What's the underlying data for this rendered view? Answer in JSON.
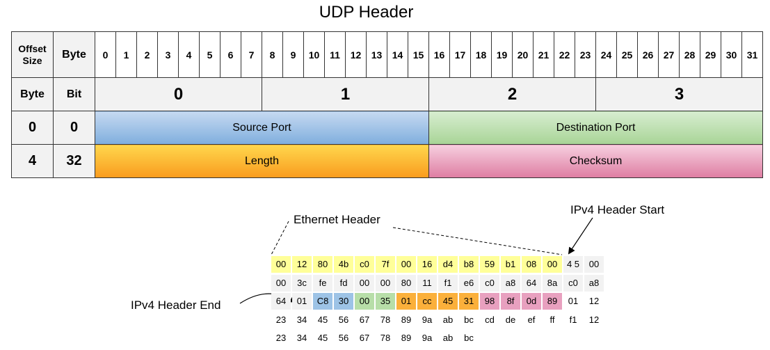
{
  "title": "UDP Header",
  "table": {
    "corner_offset": "Offset",
    "corner_size": "Size",
    "byte_label": "Byte",
    "byte_row_label": "Byte",
    "bit_row_label": "Bit",
    "bit_numbers": [
      "0",
      "1",
      "2",
      "3",
      "4",
      "5",
      "6",
      "7",
      "8",
      "9",
      "10",
      "11",
      "12",
      "13",
      "14",
      "15",
      "16",
      "17",
      "18",
      "19",
      "20",
      "21",
      "22",
      "23",
      "24",
      "25",
      "26",
      "27",
      "28",
      "29",
      "30",
      "31"
    ],
    "byte_numbers": [
      "0",
      "1",
      "2",
      "3"
    ],
    "rows": [
      {
        "byte": "0",
        "bit": "0",
        "fields": [
          "Source Port",
          "Destination Port"
        ]
      },
      {
        "byte": "4",
        "bit": "32",
        "fields": [
          "Length",
          "Checksum"
        ]
      }
    ]
  },
  "annotations": {
    "ethernet_header": "Ethernet Header",
    "ipv4_start": "IPv4 Header Start",
    "ipv4_end": "IPv4 Header End"
  },
  "colors": {
    "ethernet": "#ffff99",
    "ipv4": "#f2f2f2",
    "src_port": "#9dc3e6",
    "dst_port": "#b7dea8",
    "length": "#fbb03b",
    "checksum": "#e8a0bf"
  },
  "hex_dump": [
    [
      [
        "00",
        "eth"
      ],
      [
        "12",
        "eth"
      ],
      [
        "80",
        "eth"
      ],
      [
        "4b",
        "eth"
      ],
      [
        "c0",
        "eth"
      ],
      [
        "7f",
        "eth"
      ],
      [
        "00",
        "eth"
      ],
      [
        "16",
        "eth"
      ],
      [
        "d4",
        "eth"
      ],
      [
        "b8",
        "eth"
      ],
      [
        "59",
        "eth"
      ],
      [
        "b1",
        "eth"
      ],
      [
        "08",
        "eth"
      ],
      [
        "00",
        "eth"
      ],
      [
        "4 5",
        "ip"
      ],
      [
        "00",
        "ip"
      ]
    ],
    [
      [
        "00",
        "ip"
      ],
      [
        "3c",
        "ip"
      ],
      [
        "fe",
        "ip"
      ],
      [
        "fd",
        "ip"
      ],
      [
        "00",
        "ip"
      ],
      [
        "00",
        "ip"
      ],
      [
        "80",
        "ip"
      ],
      [
        "11",
        "ip"
      ],
      [
        "f1",
        "ip"
      ],
      [
        "e6",
        "ip"
      ],
      [
        "c0",
        "ip"
      ],
      [
        "a8",
        "ip"
      ],
      [
        "64",
        "ip"
      ],
      [
        "8a",
        "ip"
      ],
      [
        "c0",
        "ip"
      ],
      [
        "a8",
        "ip"
      ]
    ],
    [
      [
        "64",
        "ip"
      ],
      [
        "01",
        "ip"
      ],
      [
        "C8",
        "src"
      ],
      [
        "30",
        "src"
      ],
      [
        "00",
        "dst"
      ],
      [
        "35",
        "dst"
      ],
      [
        "01",
        "len"
      ],
      [
        "cc",
        "len"
      ],
      [
        "45",
        "len"
      ],
      [
        "31",
        "len"
      ],
      [
        "98",
        "chk"
      ],
      [
        "8f",
        "chk"
      ],
      [
        "0d",
        "chk"
      ],
      [
        "89",
        "chk"
      ],
      [
        "01",
        "none"
      ],
      [
        "12",
        "none"
      ]
    ],
    [
      [
        "23",
        "none"
      ],
      [
        "34",
        "none"
      ],
      [
        "45",
        "none"
      ],
      [
        "56",
        "none"
      ],
      [
        "67",
        "none"
      ],
      [
        "78",
        "none"
      ],
      [
        "89",
        "none"
      ],
      [
        "9a",
        "none"
      ],
      [
        "ab",
        "none"
      ],
      [
        "bc",
        "none"
      ],
      [
        "cd",
        "none"
      ],
      [
        "de",
        "none"
      ],
      [
        "ef",
        "none"
      ],
      [
        "ff",
        "none"
      ],
      [
        "f1",
        "none"
      ],
      [
        "12",
        "none"
      ]
    ],
    [
      [
        "23",
        "none"
      ],
      [
        "34",
        "none"
      ],
      [
        "45",
        "none"
      ],
      [
        "56",
        "none"
      ],
      [
        "67",
        "none"
      ],
      [
        "78",
        "none"
      ],
      [
        "89",
        "none"
      ],
      [
        "9a",
        "none"
      ],
      [
        "ab",
        "none"
      ],
      [
        "bc",
        "none"
      ]
    ]
  ]
}
